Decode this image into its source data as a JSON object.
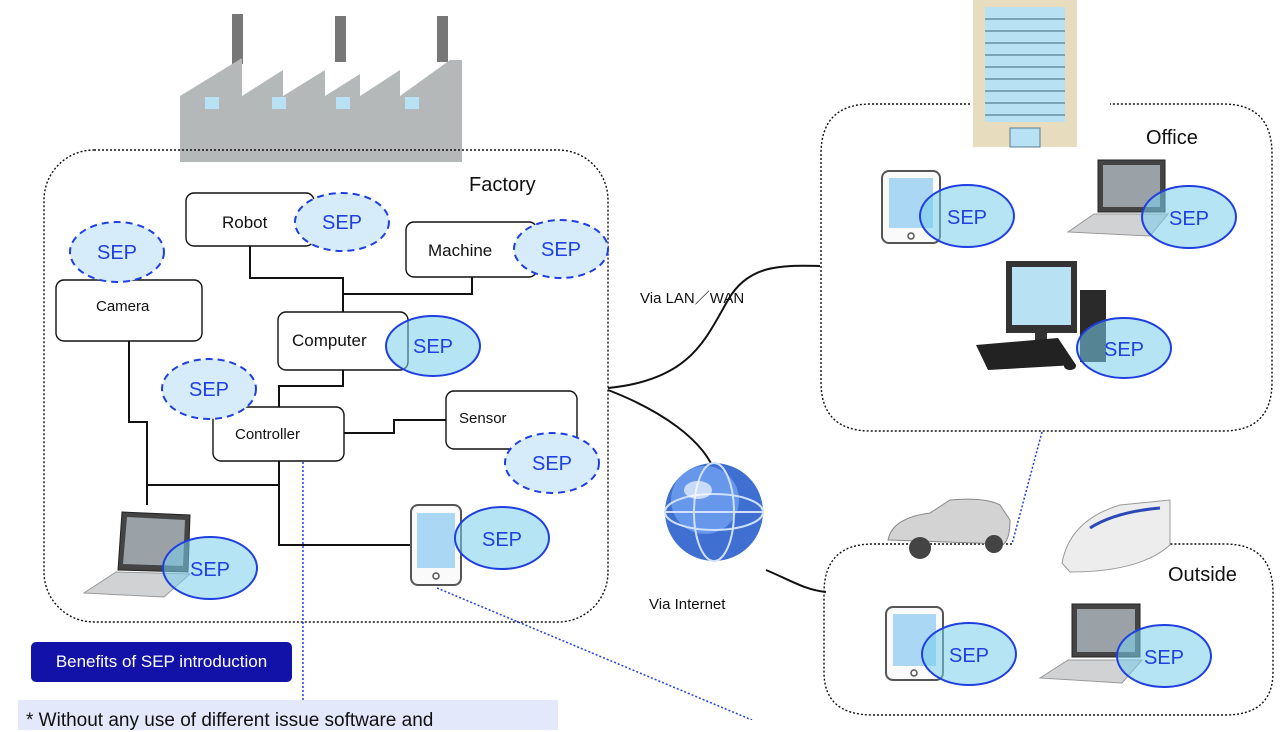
{
  "zones": {
    "factory": "Factory",
    "office": "Office",
    "outside": "Outside"
  },
  "devices": {
    "robot": "Robot",
    "machine": "Machine",
    "camera": "Camera",
    "computer": "Computer",
    "controller": "Controller",
    "sensor": "Sensor"
  },
  "badge": "SEP",
  "links": {
    "lan_wan": "Via LAN／WAN",
    "internet": "Via Internet"
  },
  "benefits": {
    "title": "Benefits of SEP introduction",
    "text": "* Without any use of different issue software and"
  },
  "colors": {
    "sep_text": "#1f3fe0",
    "dashed_sep_fill": "#d6ecfb",
    "solid_sep_fill": "#78cdeb",
    "benefit_badge": "#1212a8",
    "benefit_text_bg": "#e3e9fb",
    "factory_building": "#b5b8b8"
  }
}
